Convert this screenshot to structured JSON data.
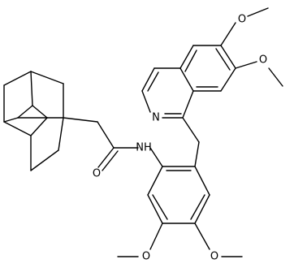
{
  "diagram": {
    "type": "skeletal-chemical-structure",
    "colors": {
      "background": "#ffffff",
      "bond": "#000000",
      "label": "#000000"
    },
    "atoms": {
      "a1": "O",
      "a2": "O",
      "n_ring": "N",
      "nh": "NH",
      "o_carbonyl": "O",
      "o_bottom_left": "O",
      "o_bottom_right": "O"
    }
  }
}
